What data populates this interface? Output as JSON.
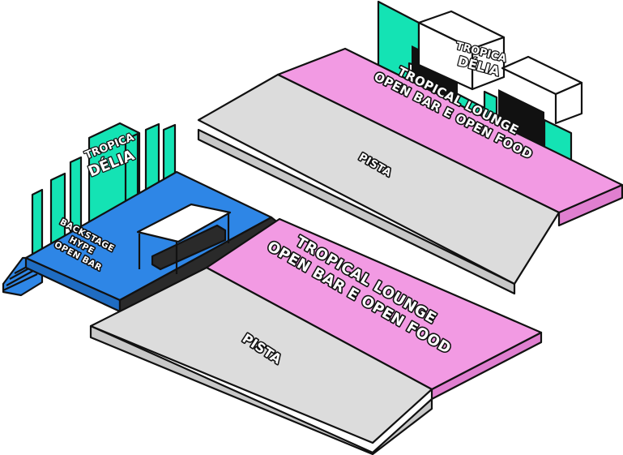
{
  "venue": {
    "logo": {
      "line1": "TROPICA",
      "line2": "DÉLIA"
    },
    "areas": {
      "pista_front": "PISTA",
      "pista_back": "PISTA",
      "lounge_front": [
        "TROPICAL LOUNGE",
        "OPEN BAR E OPEN FOOD"
      ],
      "lounge_back": [
        "TROPICAL LOUNGE",
        "OPEN BAR E OPEN FOOD"
      ],
      "backstage": [
        "BACKSTAGE",
        "HYPE",
        "OPEN BAR"
      ]
    },
    "colors": {
      "pista": "#dcdcdc",
      "lounge": "#f29ae3",
      "backstage": "#2e86e6",
      "stage_panels": "#14e3b4",
      "stage_riser": "#2a2a2a",
      "outline": "#111111"
    }
  }
}
